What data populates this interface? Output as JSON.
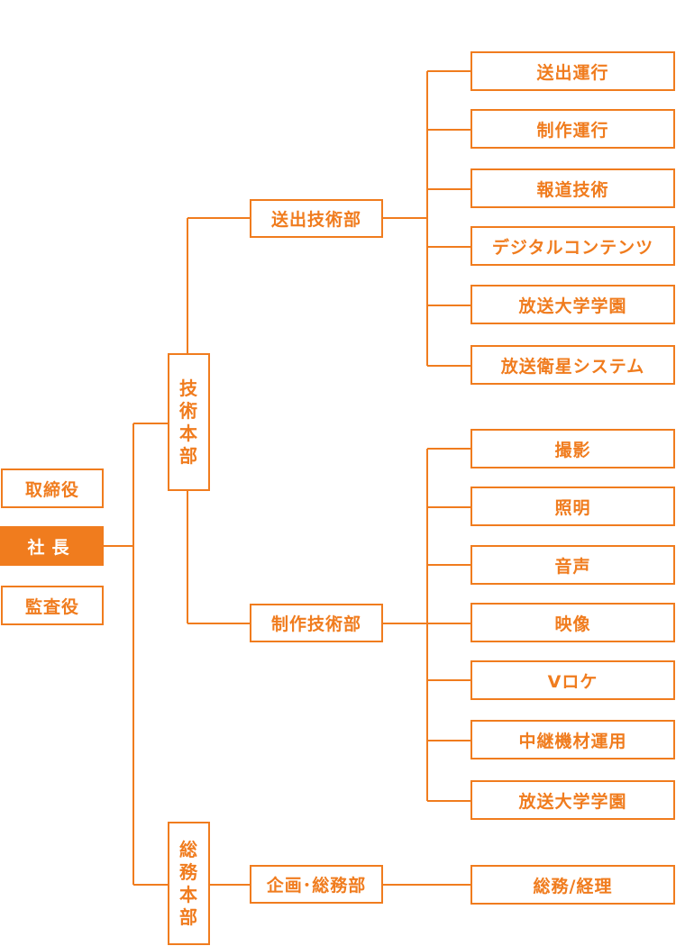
{
  "colors": {
    "accent": "#f07c1e",
    "background": "#ffffff"
  },
  "left": {
    "board": "取締役",
    "president": "社長",
    "auditor": "監査役"
  },
  "headquarters": {
    "tech": [
      "技",
      "術",
      "本",
      "部"
    ],
    "general": [
      "総",
      "務",
      "本",
      "部"
    ]
  },
  "departments": {
    "transmission": "送出技術部",
    "production": "制作技術部",
    "planning": "企画･総務部"
  },
  "sections": {
    "transmission": [
      "送出運行",
      "制作運行",
      "報道技術",
      "デジタルコンテンツ",
      "放送大学学園",
      "放送衛星システム"
    ],
    "production": [
      "撮影",
      "照明",
      "音声",
      "映像",
      "Vロケ",
      "中継機材運用",
      "放送大学学園"
    ],
    "planning": [
      "総務/経理"
    ]
  }
}
